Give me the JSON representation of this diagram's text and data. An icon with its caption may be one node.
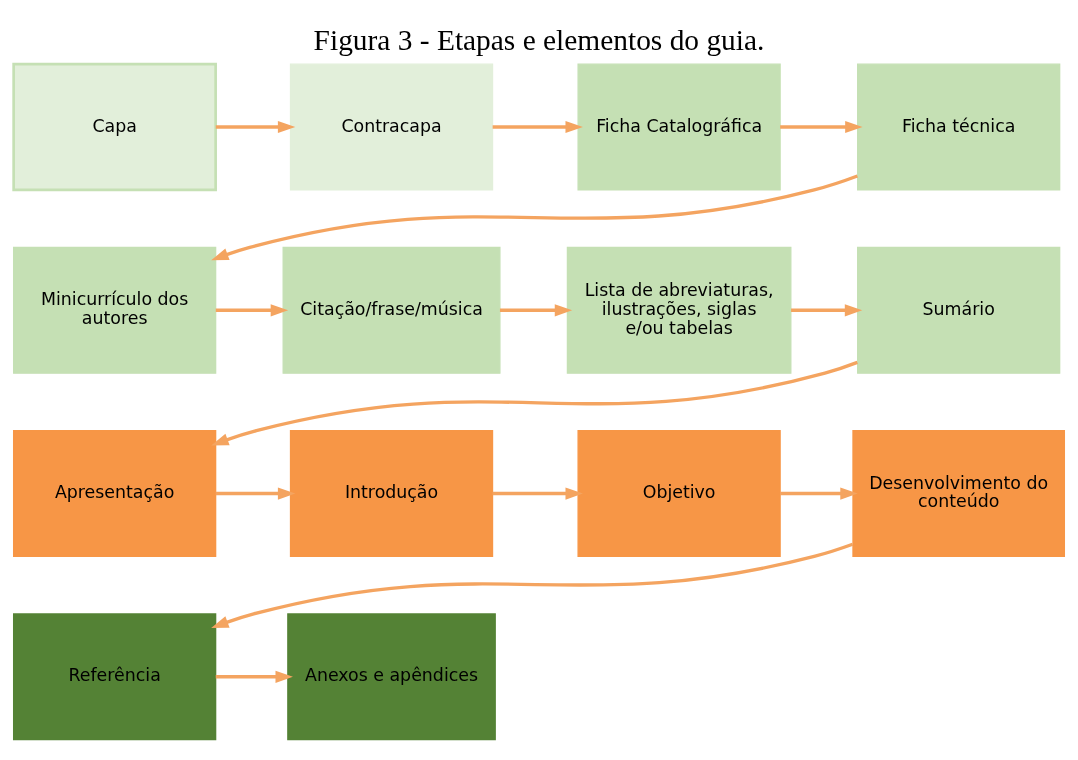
{
  "diagram": {
    "title": "Figura 3 - Etapas e elementos do guia.",
    "nodes": [
      {
        "text": [
          "Capa"
        ]
      },
      {
        "text": [
          "Contracapa"
        ]
      },
      {
        "text": [
          "Ficha Catalográfica"
        ]
      },
      {
        "text": [
          "Ficha técnica"
        ]
      },
      {
        "text": [
          "Minicurrículo dos autores"
        ]
      },
      {
        "text": [
          "Citação/frase/música"
        ]
      },
      {
        "text": [
          "Lista de abreviaturas, ilustrações, siglas e/ou tabelas"
        ]
      },
      {
        "text": [
          "Sumário"
        ]
      },
      {
        "text": [
          "Apresentação"
        ]
      },
      {
        "text": [
          "Introdução"
        ]
      },
      {
        "text": [
          "Objetivo"
        ]
      },
      {
        "text": [
          "Desenvolvimento do conteúdo"
        ]
      },
      {
        "text": [
          "Referência"
        ]
      },
      {
        "text": [
          "Anexos e apêndices"
        ]
      }
    ],
    "edges": [
      {
        "from": 0,
        "to": 1,
        "arrow": "to"
      },
      {
        "from": 1,
        "to": 2,
        "arrow": "to"
      },
      {
        "from": 2,
        "to": 3,
        "arrow": "to"
      },
      {
        "from": 3,
        "to": 4,
        "arrow": "to"
      },
      {
        "from": 4,
        "to": 5,
        "arrow": "to"
      },
      {
        "from": 5,
        "to": 6,
        "arrow": "to"
      },
      {
        "from": 6,
        "to": 7,
        "arrow": "to"
      },
      {
        "from": 7,
        "to": 8,
        "arrow": "to"
      },
      {
        "from": 8,
        "to": 9,
        "arrow": "to"
      },
      {
        "from": 9,
        "to": 10,
        "arrow": "to"
      },
      {
        "from": 10,
        "to": 11,
        "arrow": "to"
      },
      {
        "from": 11,
        "to": 12,
        "arrow": "to"
      },
      {
        "from": 12,
        "to": 13,
        "arrow": "to"
      }
    ]
  }
}
